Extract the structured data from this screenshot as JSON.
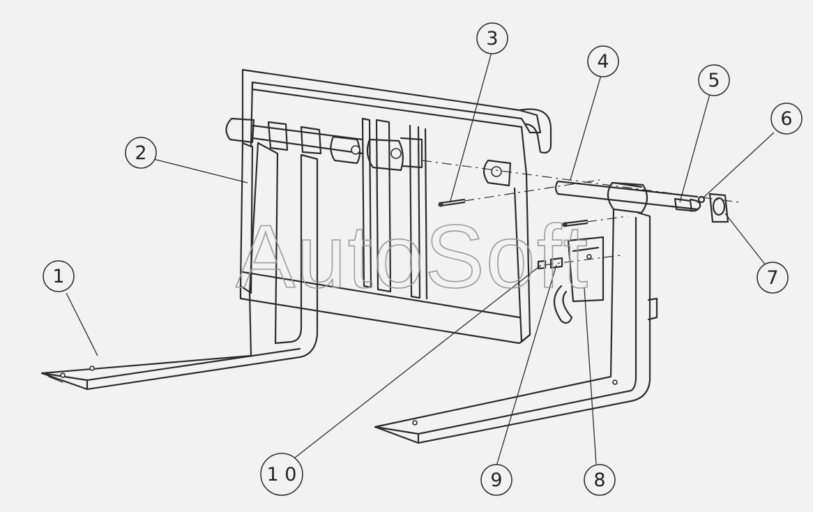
{
  "watermark": "AutoSoft",
  "callouts": [
    {
      "id": "1",
      "label": "1"
    },
    {
      "id": "2",
      "label": "2"
    },
    {
      "id": "3",
      "label": "3"
    },
    {
      "id": "4",
      "label": "4"
    },
    {
      "id": "5",
      "label": "5"
    },
    {
      "id": "6",
      "label": "6"
    },
    {
      "id": "7",
      "label": "7"
    },
    {
      "id": "8",
      "label": "8"
    },
    {
      "id": "9",
      "label": "9"
    },
    {
      "id": "10",
      "label": "1 0"
    }
  ],
  "colors": {
    "background": "#f2f2f2",
    "line": "#2b2b2b",
    "watermark": "#9a9a9a"
  }
}
